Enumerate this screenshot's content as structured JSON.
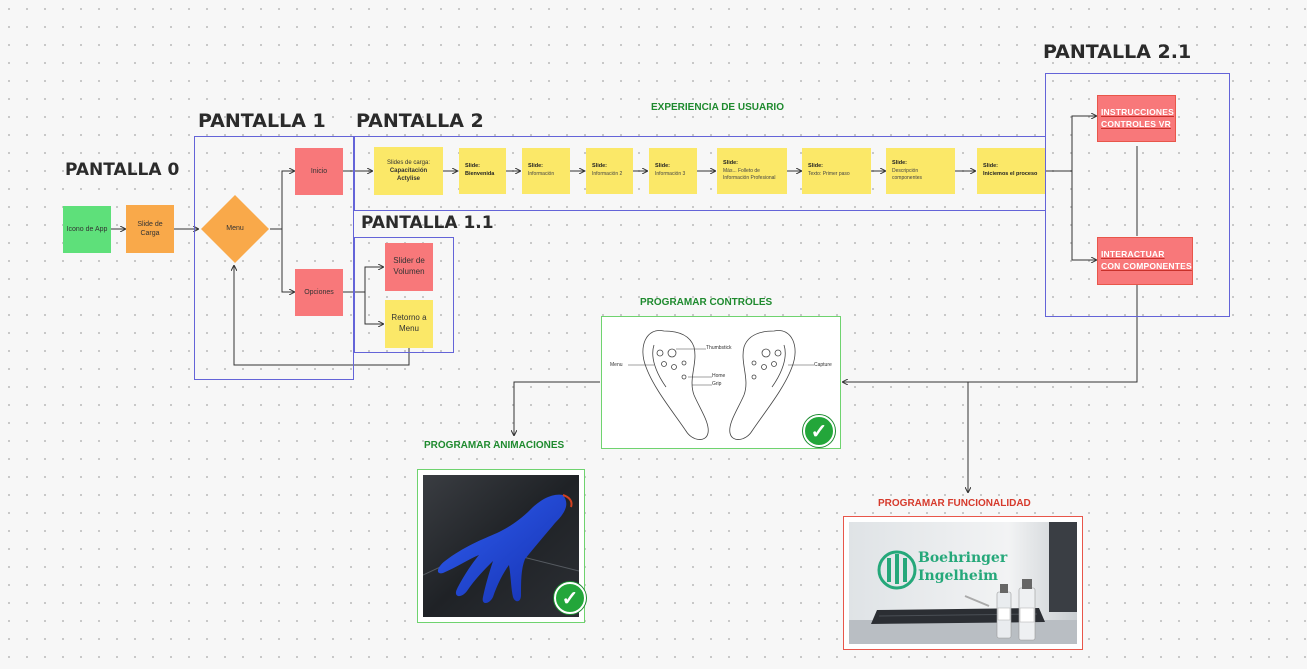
{
  "headings": {
    "pantalla0": "PANTALLA 0",
    "pantalla1": "PANTALLA 1",
    "pantalla2": "PANTALLA 2",
    "pantalla11": "PANTALLA 1.1",
    "pantalla21": "PANTALLA 2.1",
    "experiencia": "EXPERIENCIA DE USUARIO",
    "programar_controles": "PROGRAMAR CONTROLES",
    "programar_animaciones": "PROGRAMAR ANIMACIONES",
    "programar_funcionalidad": "PROGRAMAR FUNCIONALIDAD"
  },
  "nodes": {
    "icono_app": "Icono de App",
    "slide_carga": [
      "Slide de",
      "Carga"
    ],
    "menu": "Menu",
    "inicio": "Inicio",
    "opciones": "Opciones",
    "slider_volumen": [
      "Slider de",
      "Volumen"
    ],
    "retorno_menu": [
      "Retorno a",
      "Menu"
    ]
  },
  "slides": [
    {
      "l1": "Slides de carga:",
      "l2": "Capacitación",
      "l3": "Actylise"
    },
    {
      "l1": "Slide:",
      "l2": "Bienvenida"
    },
    {
      "l1": "Slide:",
      "l2": "Información"
    },
    {
      "l1": "Slide:",
      "l2": "Información 2"
    },
    {
      "l1": "Slide:",
      "l2": "Información 3"
    },
    {
      "l1": "Slide:",
      "l2": "Más... Folleto de",
      "l3": "Información Profesional"
    },
    {
      "l1": "Slide:",
      "l2": "Texto: Primer paso"
    },
    {
      "l1": "Slide:",
      "l2": "Descripción",
      "l3": "componentes"
    },
    {
      "l1": "Slide:",
      "l2": "Iniciemos el proceso"
    }
  ],
  "pantalla21_nodes": {
    "instrucciones": [
      "INSTRUCCIONES",
      "CONTROLES VR"
    ],
    "interactuar": [
      "INTERACTUAR",
      "CON COMPONENTES"
    ]
  },
  "controller_labels": {
    "thumbstick": "Thumbstick",
    "menu": "Menu",
    "capture": "Capture",
    "home": "Home",
    "grip": "Grip"
  },
  "logo": {
    "brand_line1": "Boehringer",
    "brand_line2": "Ingelheim"
  },
  "colors": {
    "frame_blue": "#6464d8",
    "green_label": "#1e8a2e",
    "red_label": "#d63a2c",
    "node_green": "#5ee07a",
    "node_orange": "#f9a94a",
    "node_red": "#f8787a",
    "node_yellow": "#fbe868"
  },
  "status": {
    "controles_done": "check-icon",
    "animaciones_done": "check-icon"
  }
}
